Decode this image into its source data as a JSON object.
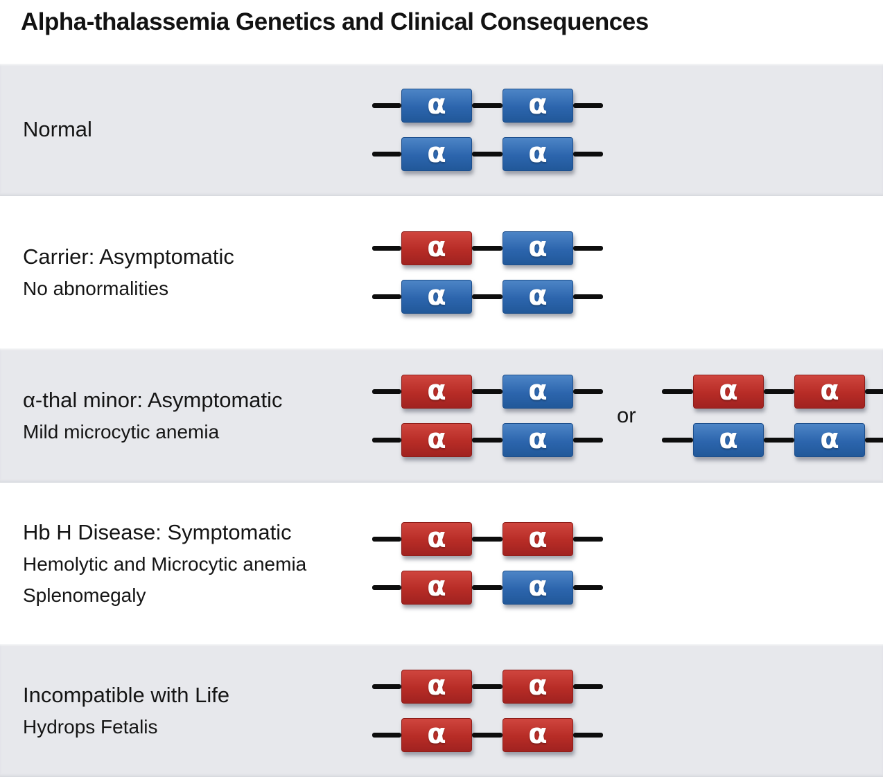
{
  "title": "Alpha-thalassemia Genetics and Clinical Consequences",
  "alpha_symbol": "α",
  "colors": {
    "blue": "#2c65ad",
    "blue_light": "#4d85c6",
    "blue_dark": "#215899",
    "red": "#b72c26",
    "red_light": "#cf463e",
    "red_dark": "#a02220",
    "line": "#0d0d0d",
    "band_gray": "#e7e8ec"
  },
  "legend_semantics": {
    "blue_box": "normal alpha gene",
    "red_box": "deleted alpha gene"
  },
  "rows": [
    {
      "labels": [
        "Normal"
      ],
      "band": "gray",
      "diagrams": [
        {
          "chromosomes": [
            [
              "blue",
              "blue"
            ],
            [
              "blue",
              "blue"
            ]
          ]
        }
      ]
    },
    {
      "labels": [
        "Carrier: Asymptomatic",
        "No abnormalities"
      ],
      "band": "white",
      "diagrams": [
        {
          "chromosomes": [
            [
              "red",
              "blue"
            ],
            [
              "blue",
              "blue"
            ]
          ]
        }
      ]
    },
    {
      "labels": [
        "α-thal minor: Asymptomatic",
        "Mild microcytic anemia"
      ],
      "band": "gray",
      "separator": "or",
      "diagrams": [
        {
          "chromosomes": [
            [
              "red",
              "blue"
            ],
            [
              "red",
              "blue"
            ]
          ]
        },
        {
          "chromosomes": [
            [
              "red",
              "red"
            ],
            [
              "blue",
              "blue"
            ]
          ],
          "extends_to_edge": true
        }
      ]
    },
    {
      "labels": [
        "Hb H Disease: Symptomatic",
        "Hemolytic and Microcytic anemia",
        "Splenomegaly"
      ],
      "band": "white",
      "diagrams": [
        {
          "chromosomes": [
            [
              "red",
              "red"
            ],
            [
              "red",
              "blue"
            ]
          ]
        }
      ]
    },
    {
      "labels": [
        "Incompatible with Life",
        "Hydrops Fetalis"
      ],
      "band": "gray",
      "diagrams": [
        {
          "chromosomes": [
            [
              "red",
              "red"
            ],
            [
              "red",
              "red"
            ]
          ]
        }
      ]
    }
  ]
}
